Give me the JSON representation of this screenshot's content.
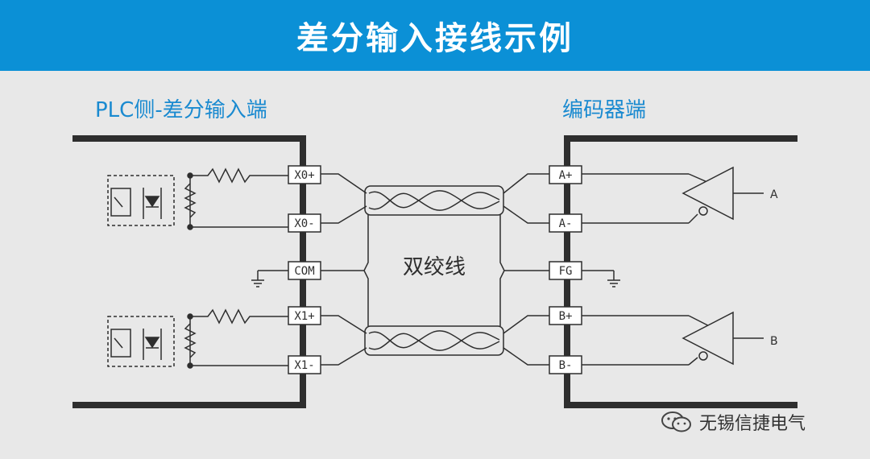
{
  "header": {
    "title": "差分输入接线示例"
  },
  "labels": {
    "plc_side": "PLC侧-差分输入端",
    "encoder_side": "编码器端",
    "cable": "双绞线"
  },
  "plc_terminals": [
    "X0+",
    "X0-",
    "COM",
    "X1+",
    "X1-"
  ],
  "encoder_terminals": [
    "A+",
    "A-",
    "FG",
    "B+",
    "B-"
  ],
  "encoder_outputs": [
    "A",
    "B"
  ],
  "watermark": {
    "text": "无锡信捷电气",
    "icon": "wechat-icon"
  },
  "colors": {
    "header_bg": "#0b90d6",
    "label_blue": "#1a8ad0",
    "line": "#2e2e2e",
    "background": "#e8e8e8"
  }
}
